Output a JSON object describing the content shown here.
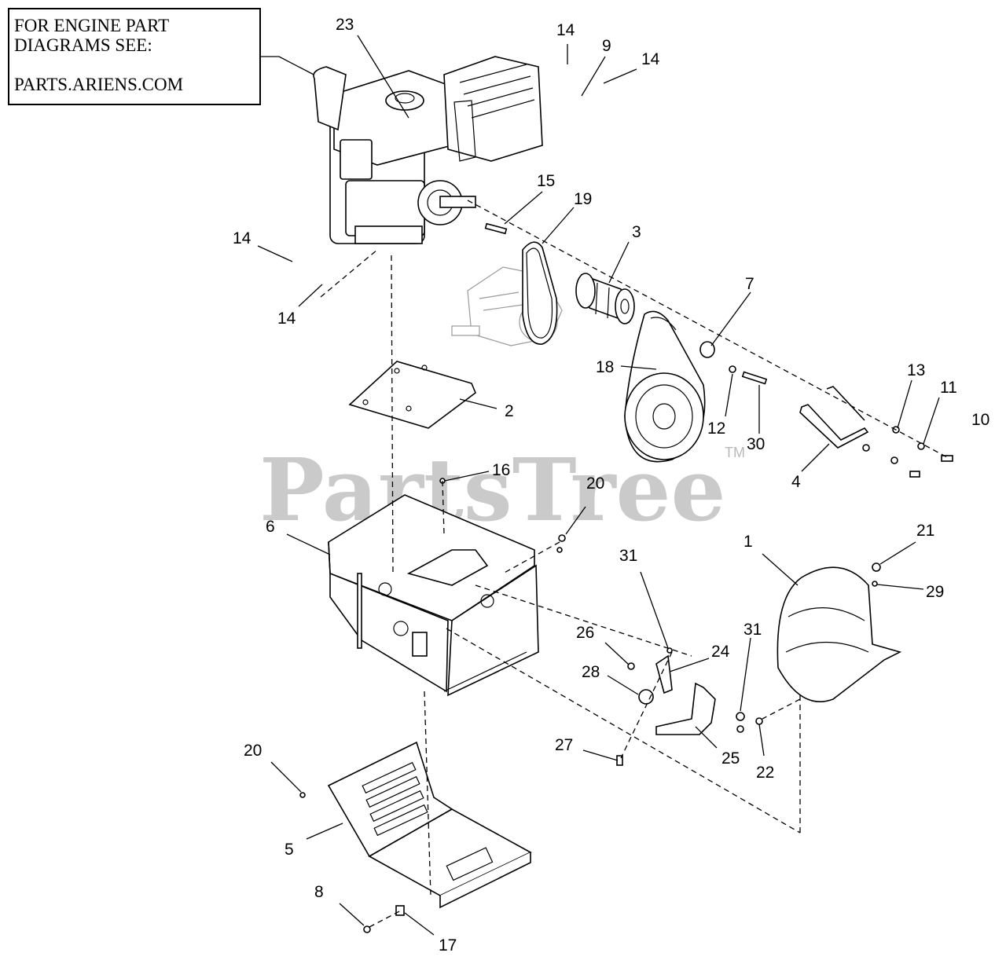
{
  "note": {
    "line1": "FOR ENGINE PART",
    "line2": "DIAGRAMS SEE:",
    "line3": "PARTS.ARIENS.COM"
  },
  "watermark": {
    "text": "PartsTree",
    "tm": "TM"
  },
  "callouts": {
    "c23": "23",
    "c14a": "14",
    "c9": "9",
    "c14b": "14",
    "c15": "15",
    "c19": "19",
    "c3": "3",
    "c14c": "14",
    "c14d": "14",
    "c7": "7",
    "c18": "18",
    "c13": "13",
    "c11": "11",
    "c10": "10",
    "c12": "12",
    "c30": "30",
    "c2": "2",
    "c4": "4",
    "c16": "16",
    "c20a": "20",
    "c6": "6",
    "c1": "1",
    "c21": "21",
    "c31a": "31",
    "c29": "29",
    "c26": "26",
    "c24": "24",
    "c31b": "31",
    "c28": "28",
    "c27": "27",
    "c25": "25",
    "c22": "22",
    "c20b": "20",
    "c5": "5",
    "c8": "8",
    "c17": "17"
  }
}
